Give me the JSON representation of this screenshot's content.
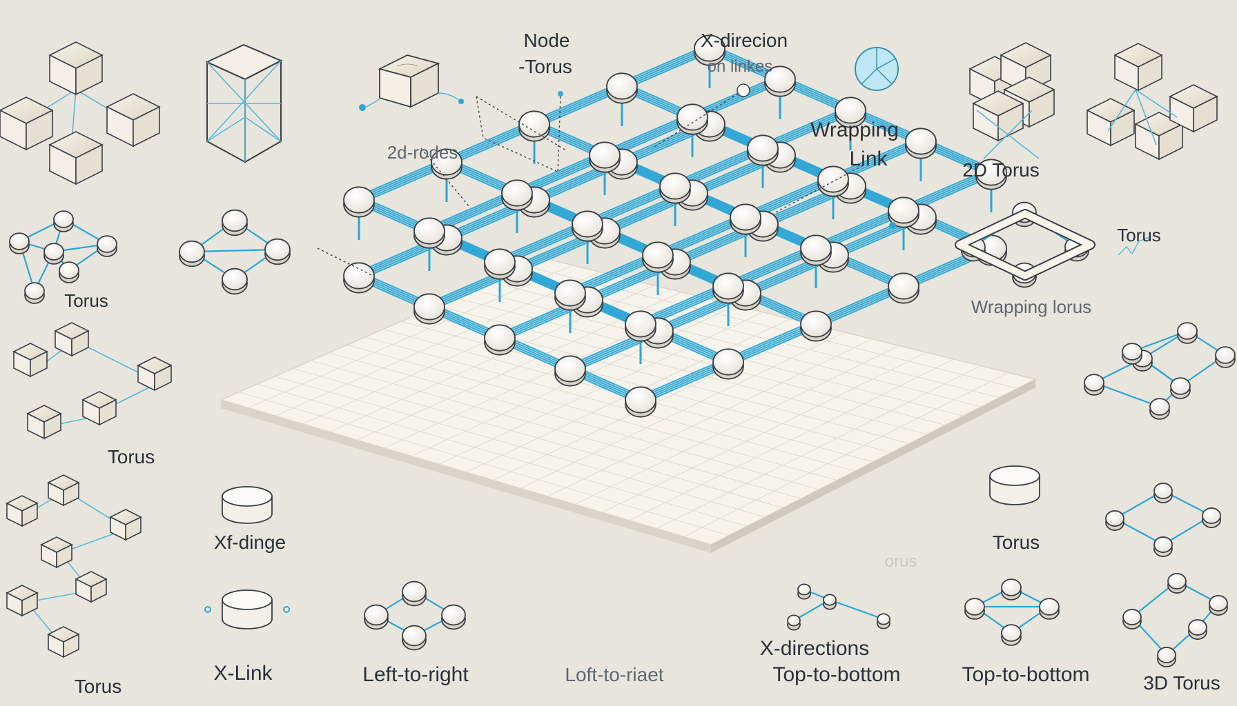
{
  "labels": {
    "node_torus_1": "Node",
    "node_torus_2": "-Torus",
    "x_direction_1": "X-direcion",
    "x_direction_2": "on linkes",
    "nodes_2d": "2d-rodes",
    "wrapping_link_1": "Wrapping",
    "wrapping_link_2": "Link",
    "torus_2d": "2D Torus",
    "torus_left_1": "Torus",
    "torus_left_2": "Torus",
    "torus_right": "Torus",
    "wrapping_torus": "Wrapping lorus",
    "x_dinge": "Xf-dinge",
    "x_link": "X-Link",
    "left_to_right": "Left-to-right",
    "loft_to_riaet": "Loft-to-riaet",
    "orus_faint": "orus",
    "x_directions": "X-directions",
    "top_to_bottom_1": "Top-to-bottom",
    "top_to_bottom_2": "Top-to-bottom",
    "torus_bottom_left": "Torus",
    "torus_mid_right": "Torus",
    "torus_3d": "3D Torus"
  },
  "colors": {
    "background": "#e8e5dd",
    "link": "#2aa6d6",
    "node_fill": "#fbfaf6",
    "node_stroke": "#3a3f44",
    "platform": "#f7f4ec"
  },
  "icons": {
    "pie": "pie-chart-icon"
  }
}
